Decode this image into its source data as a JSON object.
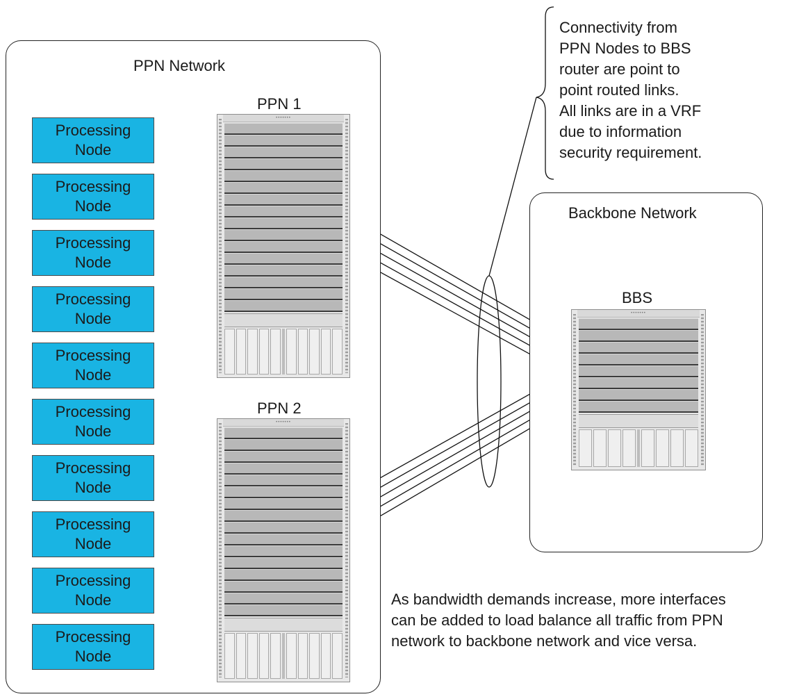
{
  "ppn_network": {
    "title": "PPN Network",
    "nodes": [
      {
        "label": "Processing Node"
      },
      {
        "label": "Processing Node"
      },
      {
        "label": "Processing Node"
      },
      {
        "label": "Processing Node"
      },
      {
        "label": "Processing Node"
      },
      {
        "label": "Processing Node"
      },
      {
        "label": "Processing Node"
      },
      {
        "label": "Processing Node"
      },
      {
        "label": "Processing Node"
      },
      {
        "label": "Processing Node"
      }
    ],
    "routers": [
      {
        "label": "PPN 1"
      },
      {
        "label": "PPN 2"
      }
    ]
  },
  "backbone_network": {
    "title": "Backbone Network",
    "router": {
      "label": "BBS"
    }
  },
  "annotation": {
    "lines": [
      "Connectivity from",
      "PPN Nodes to BBS",
      "router are point to",
      "point routed links.",
      "All links are in a VRF",
      "due to information",
      "security requirement."
    ]
  },
  "bandwidth_note": {
    "lines": [
      "As bandwidth demands increase, more interfaces",
      "can be added to load balance all traffic from PPN",
      "network to backbone network and vice versa."
    ]
  },
  "colors": {
    "node_fill": "#19b4e3",
    "rack_slot": "#b8b8b8",
    "link_stroke": "#111111"
  }
}
